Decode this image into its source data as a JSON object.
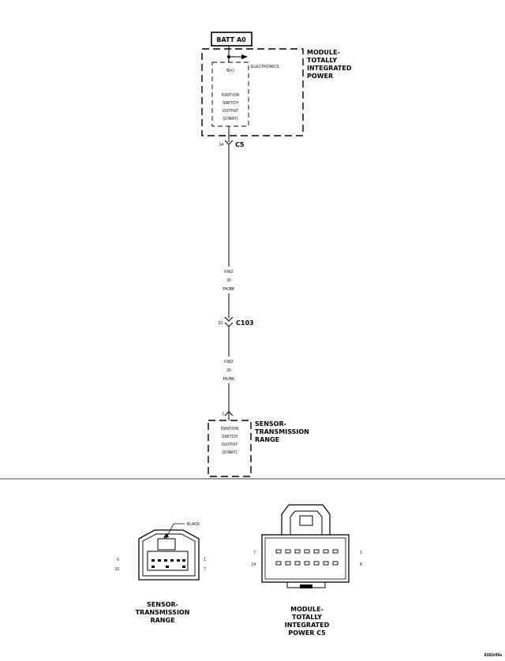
{
  "batt_label": "BATT A0",
  "module": {
    "title": [
      "MODULE-",
      "TOTALLY",
      "INTEGRATED",
      "POWER"
    ],
    "electronics_label": "ELECTRONICS",
    "b_plus": "B(+)",
    "switch_text": [
      "IGNITION",
      "SWITCH",
      "OUTPUT",
      "(START)"
    ],
    "pin": "14",
    "connector": "C5"
  },
  "wire_1": {
    "circuit": "F962",
    "gauge": "20",
    "color": "PK/BK"
  },
  "inline_connector": {
    "pin": "23",
    "name": "C103"
  },
  "wire_2": {
    "circuit": "F962",
    "gauge": "20",
    "color": "PK/BK"
  },
  "sensor": {
    "pin": "7",
    "title": [
      "SENSOR-",
      "TRANSMISSION",
      "RANGE"
    ],
    "switch_text": [
      "IGNITION",
      "SWITCH",
      "OUTPUT",
      "(START)"
    ]
  },
  "connector_sensor": {
    "color_label": "BLACK",
    "pins_left": [
      "6",
      "10"
    ],
    "pins_right": [
      "1",
      "7"
    ],
    "caption": [
      "SENSOR-",
      "TRANSMISSION",
      "RANGE"
    ]
  },
  "connector_module": {
    "pins_left": [
      "7",
      "14"
    ],
    "pins_right": [
      "1",
      "8"
    ],
    "caption": [
      "MODULE-",
      "TOTALLY",
      "INTEGRATED",
      "POWER C5"
    ]
  },
  "figure_id": "8182e99a"
}
